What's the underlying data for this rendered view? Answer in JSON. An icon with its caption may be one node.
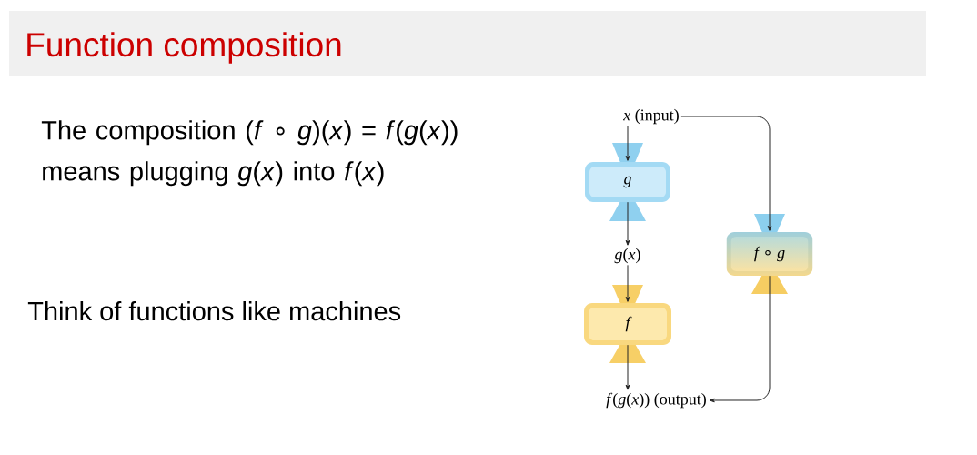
{
  "diagram": {
    "title": "Function composition",
    "nodes": [
      {
        "text": [
          "*x* (input)"
        ]
      },
      {
        "text": [
          "g"
        ]
      },
      {
        "text": [
          "*g*(*x*)"
        ]
      },
      {
        "text": [
          "f"
        ]
      },
      {
        "text": [
          "*f*(*g*(*x*)) (output)"
        ]
      },
      {
        "text": [
          "f ∘ g"
        ]
      }
    ],
    "edges": [
      {
        "from": 0,
        "to": 1,
        "arrow": "to"
      },
      {
        "from": 1,
        "to": 2,
        "arrow": "to"
      },
      {
        "from": 2,
        "to": 3,
        "arrow": "to"
      },
      {
        "from": 3,
        "to": 4,
        "arrow": "to"
      },
      {
        "from": 0,
        "to": 5,
        "arrow": "to"
      },
      {
        "from": 5,
        "to": 4,
        "arrow": "to"
      }
    ],
    "labels": [
      "The composition (*f* ∘ *g*)(*x*) = *f*(*g*(*x*)) means plugging *g*(*x*) into *f*(*x*)",
      "Think of functions like machines"
    ]
  }
}
